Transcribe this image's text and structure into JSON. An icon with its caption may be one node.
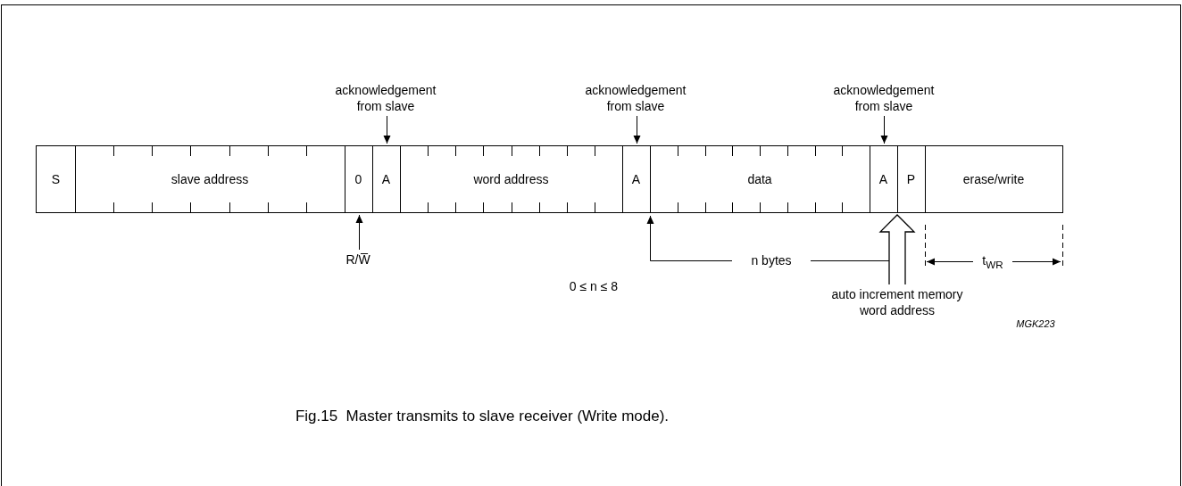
{
  "diagram": {
    "caption": "Fig.15  Master transmits to slave receiver (Write mode).",
    "nodes": [
      {
        "text": [
          "S"
        ]
      },
      {
        "text": [
          "slave address"
        ]
      },
      {
        "text": [
          "0"
        ]
      },
      {
        "text": [
          "A"
        ]
      },
      {
        "text": [
          "word address"
        ]
      },
      {
        "text": [
          "A"
        ]
      },
      {
        "text": [
          "data"
        ]
      },
      {
        "text": [
          "A"
        ]
      },
      {
        "text": [
          "P"
        ]
      },
      {
        "text": [
          "erase/write"
        ]
      },
      {
        "text": [
          "acknowledgement from slave"
        ]
      },
      {
        "text": [
          "acknowledgement from slave"
        ]
      },
      {
        "text": [
          "acknowledgement from slave"
        ]
      },
      {
        "text": [
          "R/W̅"
        ]
      },
      {
        "text": [
          "auto increment memory word address"
        ]
      }
    ],
    "edges": [
      {
        "from": 10,
        "to": 3,
        "arrow": "to"
      },
      {
        "from": 11,
        "to": 5,
        "arrow": "to"
      },
      {
        "from": 12,
        "to": 7,
        "arrow": "to"
      },
      {
        "from": 13,
        "to": 2,
        "arrow": "to"
      },
      {
        "from": 14,
        "to": null,
        "arrow": "to",
        "style": "thick"
      },
      {
        "from": 14,
        "to": 6,
        "arrow": "to",
        "label": "n bytes"
      }
    ],
    "labels": [
      "0 ≤ n ≤ 8",
      "t$_{WR}$",
      "MGK223"
    ]
  }
}
